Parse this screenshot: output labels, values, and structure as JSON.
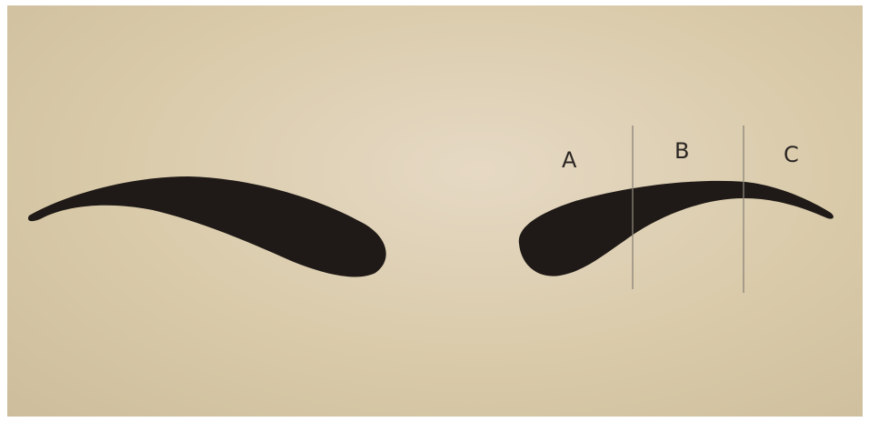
{
  "image": {
    "subject": "eyebrow-shape-guide",
    "background_color": "#d9caa9",
    "ink_color": "#1f1a17",
    "guide_line_color": "#8b8478"
  },
  "sections": {
    "labels": [
      "A",
      "B",
      "C"
    ]
  }
}
